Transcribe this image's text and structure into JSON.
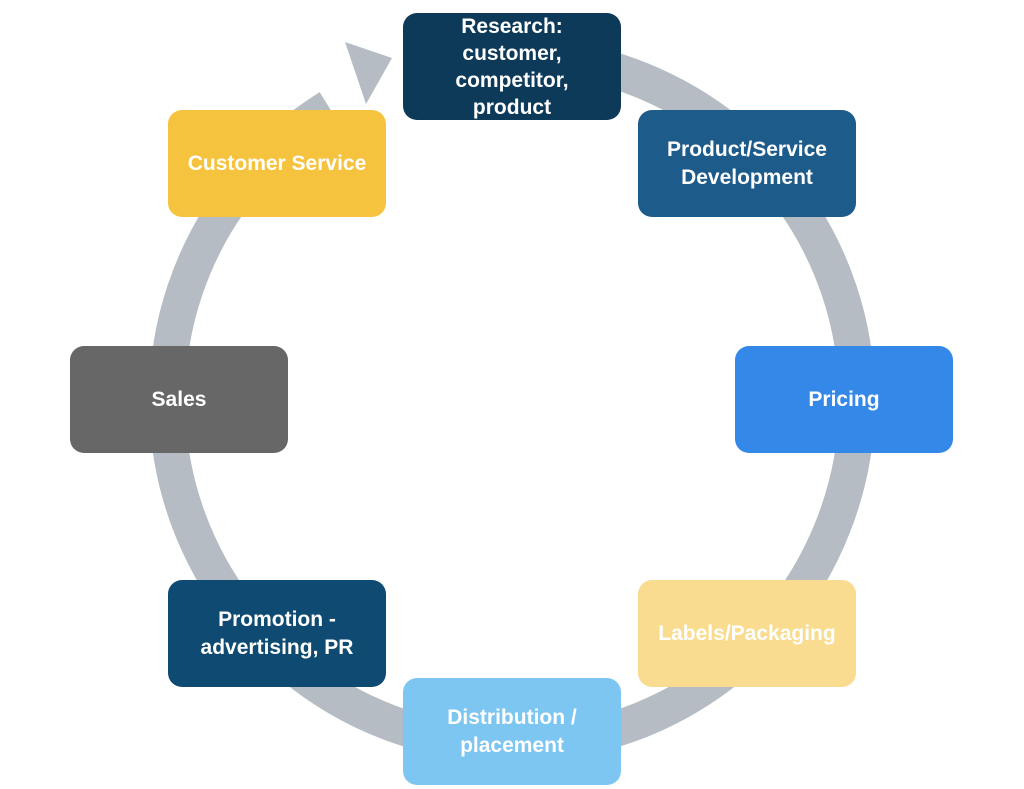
{
  "colors": {
    "arrow": "#b6bcc3"
  },
  "stages": [
    {
      "id": "research",
      "label": "Research:\ncustomer,\ncompetitor,\nproduct",
      "color": "#0e3a5a",
      "text_color": "#ffffff"
    },
    {
      "id": "product-dev",
      "label": "Product/Service\nDevelopment",
      "color": "#1d5b8a",
      "text_color": "#ffffff"
    },
    {
      "id": "pricing",
      "label": "Pricing",
      "color": "#3488e8",
      "text_color": "#ffffff"
    },
    {
      "id": "labels",
      "label": "Labels/Packaging",
      "color": "#f9dc8f",
      "text_color": "#ffffff"
    },
    {
      "id": "distribution",
      "label": "Distribution /\nplacement",
      "color": "#7ec6f2",
      "text_color": "#ffffff"
    },
    {
      "id": "promotion",
      "label": "Promotion -\nadvertising, PR",
      "color": "#0f4a72",
      "text_color": "#ffffff"
    },
    {
      "id": "sales",
      "label": "Sales",
      "color": "#676767",
      "text_color": "#ffffff"
    },
    {
      "id": "customer-service",
      "label": "Customer Service",
      "color": "#f6c33f",
      "text_color": "#ffffff"
    }
  ]
}
